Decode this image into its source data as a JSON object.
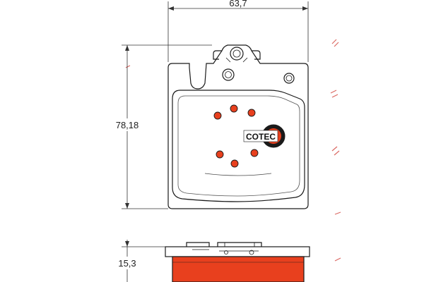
{
  "dimensions": {
    "width_label": "63,7",
    "height_label": "78,18",
    "thickness_label": "15,3"
  },
  "logo": {
    "text": "COTEC"
  },
  "colors": {
    "pad": "#e8401e",
    "pad_dark": "#d23312",
    "outline": "#1a1a1a",
    "watermark": "#cc2a22"
  }
}
